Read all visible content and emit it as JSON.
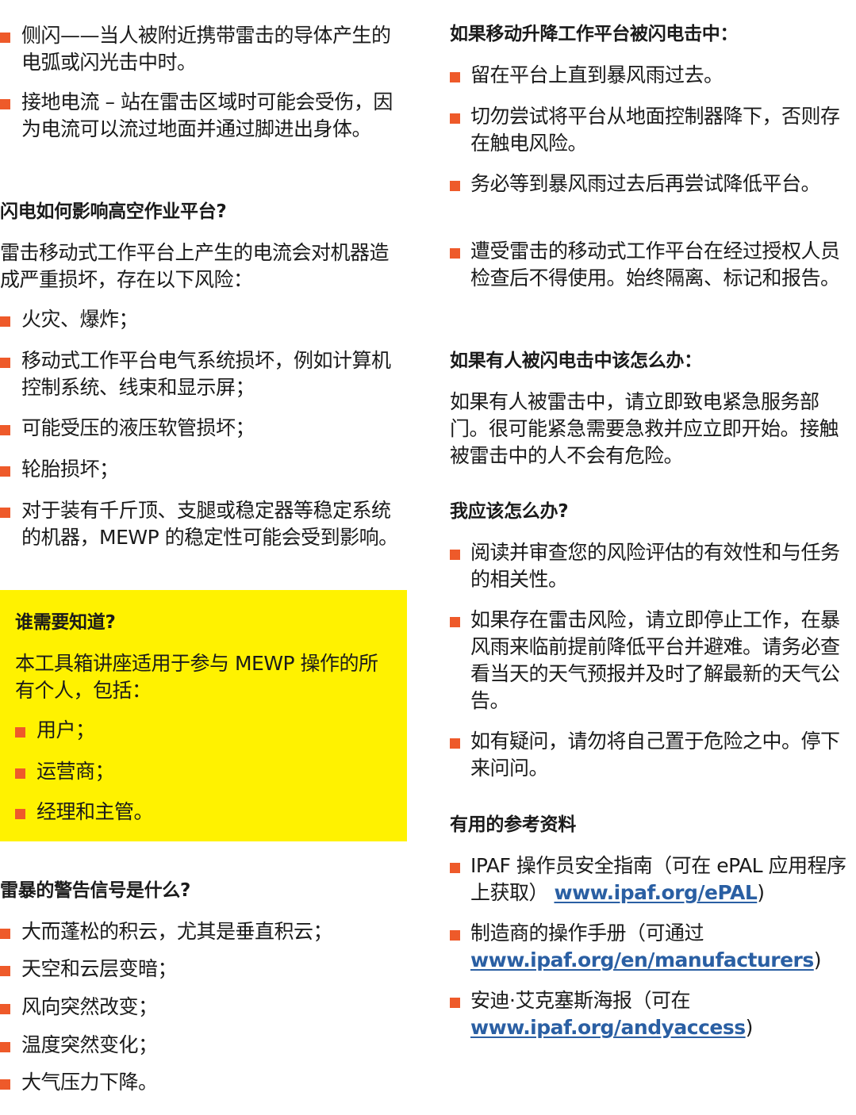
{
  "colors": {
    "bullet": "#ee5a2a",
    "highlight_box": "#fff200",
    "link": "#2a5fa3",
    "text": "#1a1a1a"
  },
  "left": {
    "intro_bullets": [
      "侧闪——当人被附近携带雷击的导体产生的电弧或闪光击中时。",
      "接地电流 – 站在雷击区域时可能会受伤，因为电流可以流过地面并通过脚进出身体。"
    ],
    "impact_heading": "闪电如何影响高空作业平台?",
    "impact_para": "雷击移动式工作平台上产生的电流会对机器造成严重损坏，存在以下风险：",
    "impact_bullets": [
      "火灾、爆炸；",
      "移动式工作平台电气系统损坏，例如计算机控制系统、线束和显示屏；",
      "可能受压的液压软管损坏；",
      "轮胎损坏；",
      "对于装有千斤顶、支腿或稳定器等稳定系统的机器，MEWP 的稳定性可能会受到影响。"
    ],
    "who_box": {
      "heading": "谁需要知道?",
      "para": "本工具箱讲座适用于参与 MEWP 操作的所有个人，包括：",
      "bullets": [
        "用户；",
        "运营商；",
        "经理和主管。"
      ]
    },
    "warning_heading": "雷暴的警告信号是什么?",
    "warning_bullets": [
      "大而蓬松的积云，尤其是垂直积云；",
      "天空和云层变暗；",
      "风向突然改变；",
      "温度突然变化；",
      "大气压力下降。"
    ]
  },
  "right": {
    "struck_heading": "如果移动升降工作平台被闪电击中：",
    "struck_bullets": [
      "留在平台上直到暴风雨过去。",
      "切勿尝试将平台从地面控制器降下，否则存在触电风险。",
      "务必等到暴风雨过去后再尝试降低平台。",
      "遭受雷击的移动式工作平台在经过授权人员检查后不得使用。始终隔离、标记和报告。"
    ],
    "person_heading": "如果有人被闪电击中该怎么办：",
    "person_para": "如果有人被雷击中，请立即致电紧急服务部门。很可能紧急需要急救并应立即开始。接触被雷击中的人不会有危险。",
    "todo_heading": "我应该怎么办?",
    "todo_bullets": [
      "阅读并审查您的风险评估的有效性和与任务的相关性。",
      "如果存在雷击风险，请立即停止工作，在暴风雨来临前提前降低平台并避难。请务必查看当天的天气预报并及时了解最新的天气公告。",
      "如有疑问，请勿将自己置于危险之中。停下来问问。"
    ],
    "refs_heading": "有用的参考资料",
    "refs": [
      {
        "prefix": "IPAF 操作员安全指南（可在 ePAL 应用程序上获取）",
        "link": "www.ipaf.org/ePAL",
        "suffix": ")"
      },
      {
        "prefix": "制造商的操作手册（可通过 ",
        "link": "www.ipaf.org/en/manufacturers",
        "suffix": ")"
      },
      {
        "prefix": "安迪·艾克塞斯海报（可在 ",
        "link": "www.ipaf.org/andyaccess",
        "suffix": ")"
      }
    ]
  }
}
